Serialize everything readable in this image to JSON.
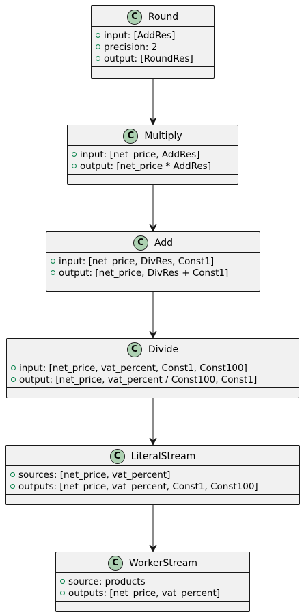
{
  "diagram": {
    "classes": [
      {
        "id": "round",
        "badge": "C",
        "name": "Round",
        "attributes": [
          "input: [AddRes]",
          "precision: 2",
          "output: [RoundRes]"
        ]
      },
      {
        "id": "multiply",
        "badge": "C",
        "name": "Multiply",
        "attributes": [
          "input: [net_price, AddRes]",
          "output: [net_price * AddRes]"
        ]
      },
      {
        "id": "add",
        "badge": "C",
        "name": "Add",
        "attributes": [
          "input: [net_price, DivRes, Const1]",
          "output: [net_price, DivRes + Const1]"
        ]
      },
      {
        "id": "divide",
        "badge": "C",
        "name": "Divide",
        "attributes": [
          "input: [net_price, vat_percent, Const1, Const100]",
          "output: [net_price, vat_percent / Const100, Const1]"
        ]
      },
      {
        "id": "literalstream",
        "badge": "C",
        "name": "LiteralStream",
        "attributes": [
          "sources: [net_price, vat_percent]",
          "outputs: [net_price, vat_percent, Const1, Const100]"
        ]
      },
      {
        "id": "workerstream",
        "badge": "C",
        "name": "WorkerStream",
        "attributes": [
          "source: products",
          "outputs: [net_price, vat_percent]"
        ]
      }
    ],
    "edges": [
      {
        "from": "round",
        "to": "multiply"
      },
      {
        "from": "multiply",
        "to": "add"
      },
      {
        "from": "add",
        "to": "divide"
      },
      {
        "from": "divide",
        "to": "literalstream"
      },
      {
        "from": "literalstream",
        "to": "workerstream"
      }
    ],
    "colors": {
      "class_fill": "#f1f1f1",
      "border": "#181818",
      "badge_fill": "#add1b2",
      "visibility_public": "#038048",
      "edge": "#181818"
    }
  }
}
